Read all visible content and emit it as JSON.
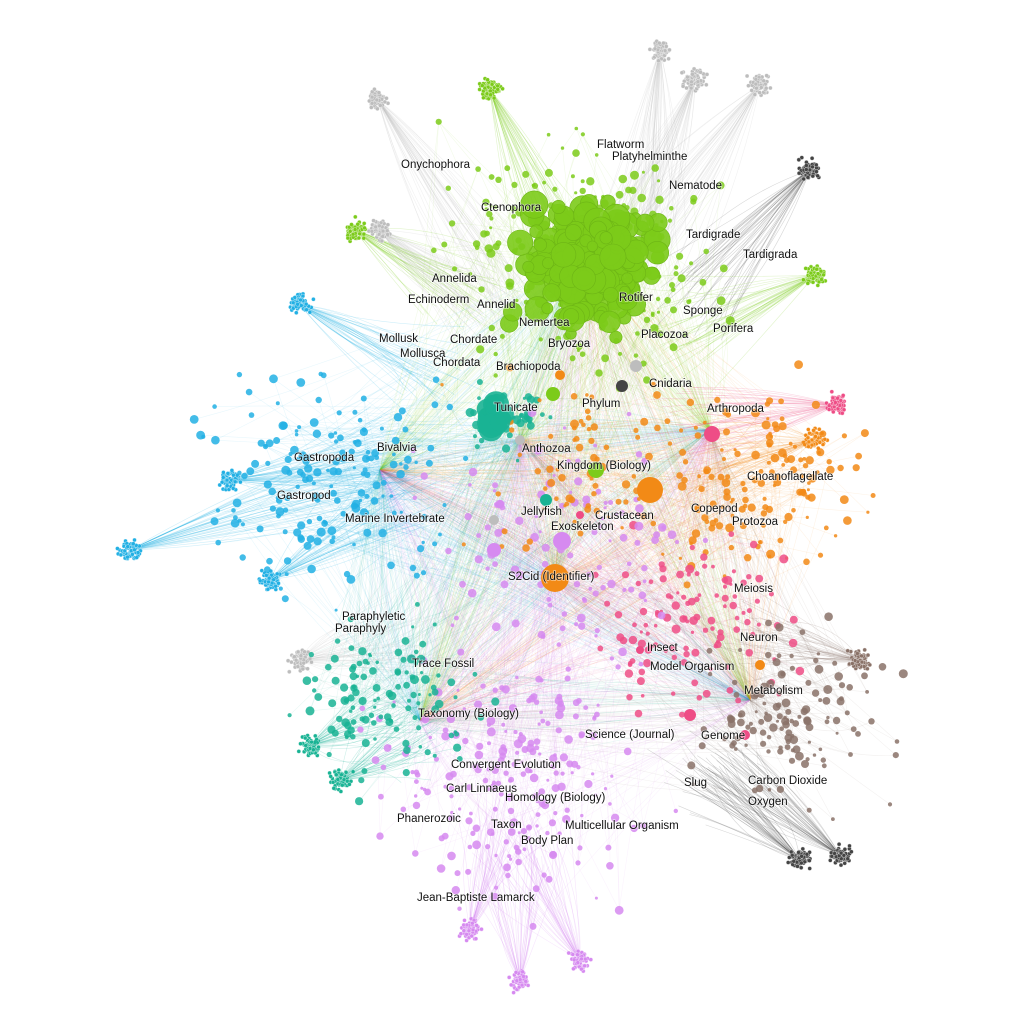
{
  "palette": {
    "green": "#7ccb1a",
    "teal": "#19b394",
    "blue": "#22b0e4",
    "violet": "#d68af0",
    "orange": "#f28a16",
    "pink": "#ee4d86",
    "brown": "#8a7268",
    "darkgray": "#444444",
    "gray": "#bdbdbd"
  },
  "graph": {
    "labels": [
      {
        "name": "flatworm-label",
        "text": "Flatworm",
        "cluster": "gray"
      },
      {
        "name": "platyhelminthe-label",
        "text": "Platyhelminthe",
        "cluster": "gray"
      },
      {
        "name": "onychophora-label",
        "text": "Onychophora",
        "cluster": "gray"
      },
      {
        "name": "nematode-label",
        "text": "Nematode",
        "cluster": "darkgray"
      },
      {
        "name": "ctenophora-label",
        "text": "Ctenophora",
        "cluster": "green"
      },
      {
        "name": "tardigrade-label",
        "text": "Tardigrade",
        "cluster": "darkgray"
      },
      {
        "name": "tardigrada-label",
        "text": "Tardigrada",
        "cluster": "darkgray"
      },
      {
        "name": "annelida-label",
        "text": "Annelida",
        "cluster": "green"
      },
      {
        "name": "echinoderm-label",
        "text": "Echinoderm",
        "cluster": "green"
      },
      {
        "name": "annelid-label",
        "text": "Annelid",
        "cluster": "green"
      },
      {
        "name": "rotifer-label",
        "text": "Rotifer",
        "cluster": "green"
      },
      {
        "name": "sponge-label",
        "text": "Sponge",
        "cluster": "green"
      },
      {
        "name": "nemertea-label",
        "text": "Nemertea",
        "cluster": "green"
      },
      {
        "name": "porifera-label",
        "text": "Porifera",
        "cluster": "green"
      },
      {
        "name": "mollusk-label",
        "text": "Mollusk",
        "cluster": "blue"
      },
      {
        "name": "chordate-label",
        "text": "Chordate",
        "cluster": "teal"
      },
      {
        "name": "placozoa-label",
        "text": "Placozoa",
        "cluster": "green"
      },
      {
        "name": "bryozoa-label",
        "text": "Bryozoa",
        "cluster": "green"
      },
      {
        "name": "mollusca-label",
        "text": "Mollusca",
        "cluster": "blue"
      },
      {
        "name": "chordata-label",
        "text": "Chordata",
        "cluster": "teal"
      },
      {
        "name": "brachiopoda-label",
        "text": "Brachiopoda",
        "cluster": "green"
      },
      {
        "name": "cnidaria-label",
        "text": "Cnidaria",
        "cluster": "orange"
      },
      {
        "name": "tunicate-label",
        "text": "Tunicate",
        "cluster": "teal"
      },
      {
        "name": "phylum-label",
        "text": "Phylum",
        "cluster": "green"
      },
      {
        "name": "arthropoda-label",
        "text": "Arthropoda",
        "cluster": "pink"
      },
      {
        "name": "anthozoa-label",
        "text": "Anthozoa",
        "cluster": "orange"
      },
      {
        "name": "bivalvia-label",
        "text": "Bivalvia",
        "cluster": "blue"
      },
      {
        "name": "gastropoda-label",
        "text": "Gastropoda",
        "cluster": "blue"
      },
      {
        "name": "kingdom-biology-label",
        "text": "Kingdom (Biology)",
        "cluster": "violet"
      },
      {
        "name": "choanoflagellate-label",
        "text": "Choanoflagellate",
        "cluster": "orange"
      },
      {
        "name": "gastropod-label",
        "text": "Gastropod",
        "cluster": "blue"
      },
      {
        "name": "jellyfish-label",
        "text": "Jellyfish",
        "cluster": "orange"
      },
      {
        "name": "copepod-label",
        "text": "Copepod",
        "cluster": "orange"
      },
      {
        "name": "crustacean-label",
        "text": "Crustacean",
        "cluster": "orange"
      },
      {
        "name": "marine-invertebrate-label",
        "text": "Marine Invertebrate",
        "cluster": "blue"
      },
      {
        "name": "protozoa-label",
        "text": "Protozoa",
        "cluster": "pink"
      },
      {
        "name": "exoskeleton-label",
        "text": "Exoskeleton",
        "cluster": "violet"
      },
      {
        "name": "s2cid-identifier-label",
        "text": "S2Cid (Identifier)",
        "cluster": "orange"
      },
      {
        "name": "meiosis-label",
        "text": "Meiosis",
        "cluster": "brown"
      },
      {
        "name": "paraphyletic-label",
        "text": "Paraphyletic",
        "cluster": "teal"
      },
      {
        "name": "paraphyly-label",
        "text": "Paraphyly",
        "cluster": "teal"
      },
      {
        "name": "neuron-label",
        "text": "Neuron",
        "cluster": "brown"
      },
      {
        "name": "insect-label",
        "text": "Insect",
        "cluster": "pink"
      },
      {
        "name": "trace-fossil-label",
        "text": "Trace Fossil",
        "cluster": "teal"
      },
      {
        "name": "model-organism-label",
        "text": "Model Organism",
        "cluster": "pink"
      },
      {
        "name": "metabolism-label",
        "text": "Metabolism",
        "cluster": "darkgray"
      },
      {
        "name": "taxonomy-biology-label",
        "text": "Taxonomy (Biology)",
        "cluster": "teal"
      },
      {
        "name": "science-journal-label",
        "text": "Science (Journal)",
        "cluster": "violet"
      },
      {
        "name": "genome-label",
        "text": "Genome",
        "cluster": "pink"
      },
      {
        "name": "convergent-evolution-label",
        "text": "Convergent Evolution",
        "cluster": "violet"
      },
      {
        "name": "slug-label",
        "text": "Slug",
        "cluster": "brown"
      },
      {
        "name": "carbon-dioxide-label",
        "text": "Carbon Dioxide",
        "cluster": "darkgray"
      },
      {
        "name": "carl-linnaeus-label",
        "text": "Carl Linnaeus",
        "cluster": "violet"
      },
      {
        "name": "homology-biology-label",
        "text": "Homology (Biology)",
        "cluster": "violet"
      },
      {
        "name": "oxygen-label",
        "text": "Oxygen",
        "cluster": "darkgray"
      },
      {
        "name": "phanerozoic-label",
        "text": "Phanerozoic",
        "cluster": "teal"
      },
      {
        "name": "taxon-label",
        "text": "Taxon",
        "cluster": "violet"
      },
      {
        "name": "multicellular-organism-label",
        "text": "Multicellular Organism",
        "cluster": "violet"
      },
      {
        "name": "body-plan-label",
        "text": "Body Plan",
        "cluster": "violet"
      },
      {
        "name": "jean-baptiste-lamarck-label",
        "text": "Jean-Baptiste Lamarck",
        "cluster": "violet"
      }
    ]
  }
}
